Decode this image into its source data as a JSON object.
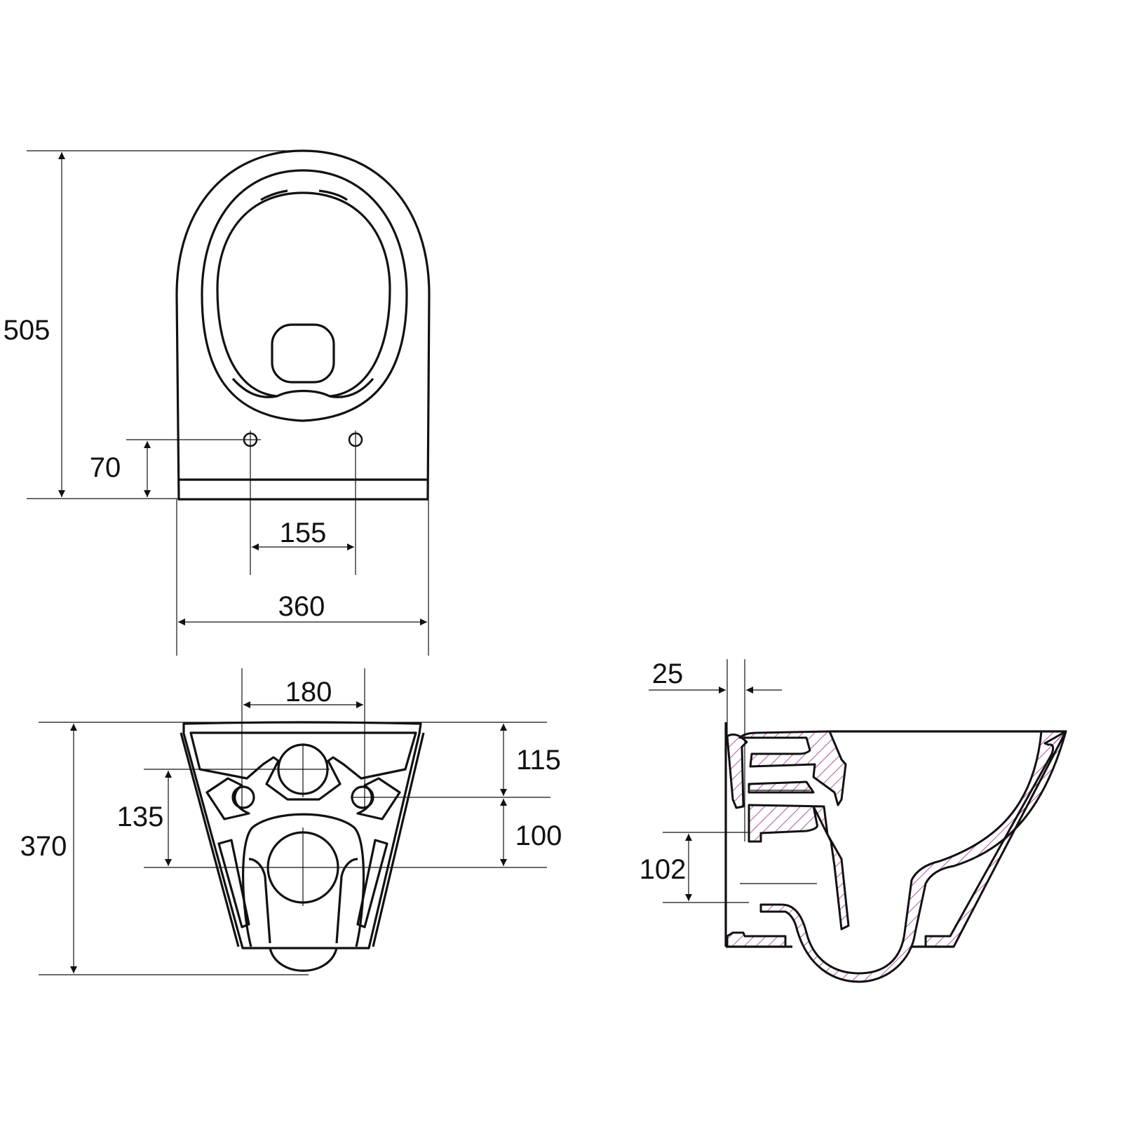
{
  "colors": {
    "line": "#111111",
    "hatch": "#9b2d8f",
    "background": "#ffffff"
  },
  "top_view": {
    "dimensions": {
      "overall_length": "505",
      "bolt_offset": "70",
      "bolt_spacing": "155",
      "overall_width": "360"
    }
  },
  "rear_view": {
    "dimensions": {
      "bolt_spacing": "180",
      "overall_height": "370",
      "top_to_bolts": "115",
      "bolts_to_outlet": "100",
      "inlet_to_outlet": "135"
    }
  },
  "side_section": {
    "dimensions": {
      "wall_offset": "25",
      "outlet_height": "102"
    }
  }
}
